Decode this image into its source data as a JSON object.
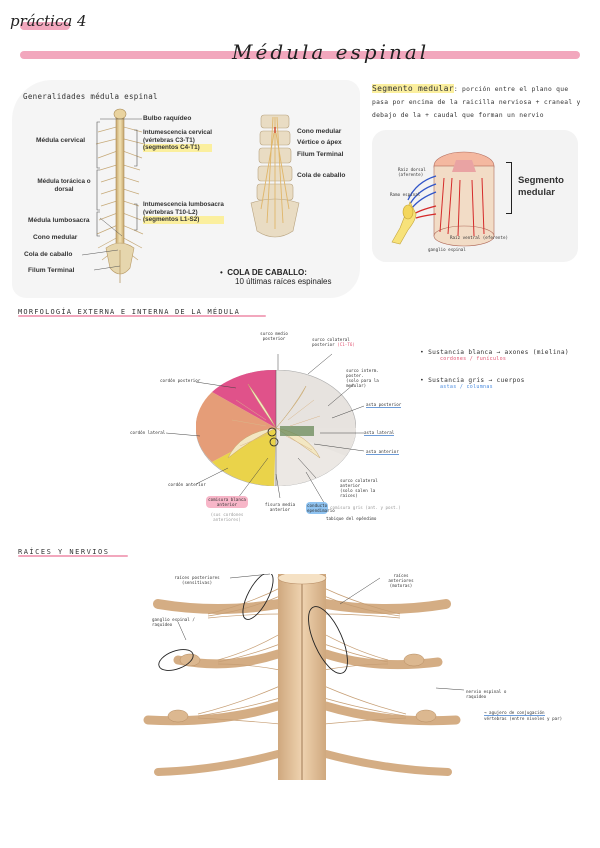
{
  "header": {
    "practice_title": "práctica 4",
    "main_title": "Médula espinal"
  },
  "generalities": {
    "heading": "Generalidades médula espinal",
    "labels_left": {
      "bulbo": "Bulbo raquídeo",
      "cervical": "Médula cervical",
      "toracica": "Médula torácica o dorsal",
      "lumbosacra": "Médula lumbosacra",
      "cono": "Cono medular",
      "cola": "Cola de caballo",
      "filum": "Filum Terminal"
    },
    "intumescencia_cervical": {
      "title": "Intumescencia cervical",
      "vertebras": "(vértebras C3-T1)",
      "segmentos": "(segmentos C4-T1)"
    },
    "intumescencia_lumbosacra": {
      "title": "Intumescencia lumbosacra",
      "vertebras": "(vértebras T10-L2)",
      "segmentos": "(segmentos L1-S2)"
    },
    "labels_right": {
      "cono": "Cono medular",
      "vertice": "Vértice o ápex",
      "filum": "Filum Terminal",
      "cola": "Cola de caballo"
    },
    "cola_note_title": "COLA DE CABALLO:",
    "cola_note_text": "10 últimas raíces espinales"
  },
  "segment": {
    "heading": "Segmento medular",
    "definition": ": porción entre el plano que pasa por encima de la raicilla nerviosa + craneal y debajo de la + caudal que forman un nervio",
    "fig_title": "Segmento medular",
    "fig_labels": {
      "dorsal": "Raíz dorsal (aferente)",
      "spinal": "Ramo espinal",
      "ventral": "Raíz ventral (eferente)",
      "ganglion": "ganglio espinal"
    }
  },
  "morphology": {
    "heading": "morfología externa e interna de la médula",
    "labels": {
      "sulcus_post": "surco medio posterior",
      "sulcus_post_lat": "surco colateral posterior",
      "sulcus_post_lat_note": "(C1-T6)",
      "sulcus_int": "surco interm. poster.",
      "sulcus_int_note": "(solo para la medular)",
      "post_cord": "cordón posterior",
      "gray_comm": "asta posterior",
      "lat_cord": "cordón lateral",
      "lat_horn": "asta lateral",
      "ant_horn": "asta anterior",
      "ant_cord": "cordón anterior",
      "fissure": "fisura media anterior",
      "sulcus_ant_lat": "surco colateral anterior",
      "sulcus_ant_lat_note": "(solo salen la raíces)",
      "central_canal": "conducto",
      "central_canal_note": "ependimario",
      "commissure": "comisura blanca anterior",
      "commissure_note": "(sus cordones anteriores)",
      "gray": "comisura gris",
      "gray_note": "(ant. y post.)",
      "canal_tag": "tabique del epéndimo"
    },
    "notes": [
      {
        "text": "Sustancia blanca → axones (mielina)",
        "sub": "cordones / funículos"
      },
      {
        "text": "Sustancia gris → cuerpos",
        "sub": "astas / columnas"
      }
    ]
  },
  "roots": {
    "heading": "raíces y nervios",
    "labels": {
      "posterior": "raíces posteriores",
      "posterior_note": "(sensitivas)",
      "anterior": "raíces anteriores",
      "anterior_note": "(motoras)",
      "ganglion": "ganglio espinal / raquídeo",
      "nerve": "nervio espinal o raquídeo",
      "foramen": "→ agujero de conjugación",
      "foramen_note": "vértebras (entre niveles y par)"
    }
  },
  "colors": {
    "pink_bar": "#f2a7bd",
    "yellow_highlight": "#fbef9e",
    "pink_highlight": "#f7b6c8",
    "blue_highlight": "#8fc3f1",
    "cord_cream": "#efe2c2",
    "bone": "#e8dcc2",
    "nerve": "#d9b68a"
  }
}
